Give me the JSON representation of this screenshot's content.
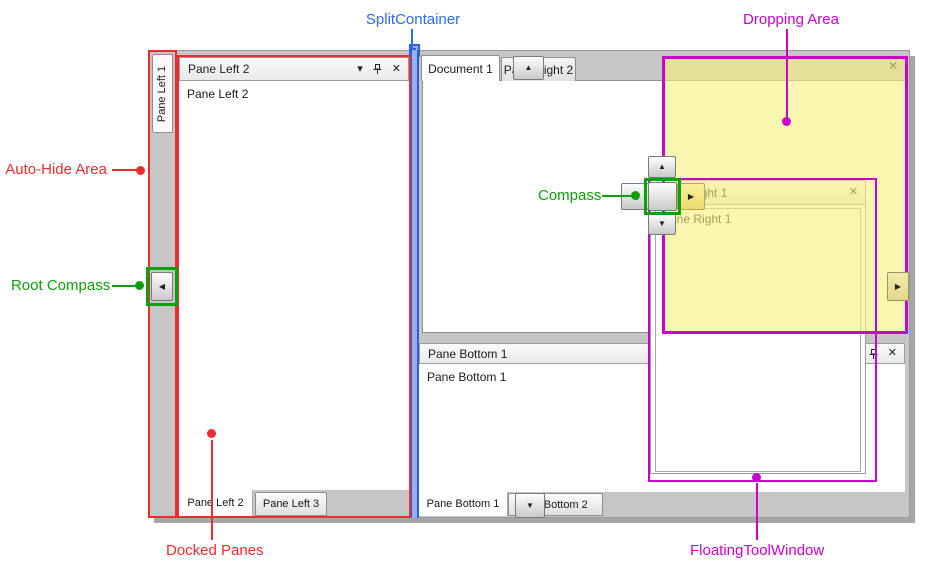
{
  "annotations": {
    "split_container": "SplitContainer",
    "dropping_area": "Dropping Area",
    "auto_hide_area": "Auto-Hide Area",
    "root_compass": "Root Compass",
    "compass": "Compass",
    "docked_panes": "Docked Panes",
    "floating_tool_window": "FloatingToolWindow"
  },
  "colors": {
    "annotation_red": "#ED2C2F",
    "annotation_green": "#0DA00D",
    "annotation_blue": "#2E6BE6",
    "annotation_magenta": "#CC00CC",
    "dropping_area_fill": "#F6F07F",
    "chrome_gray": "#C6C6C6",
    "splitter_blue": "#2E5FD6"
  },
  "autohide_strip": {
    "tab": "Pane Left 1"
  },
  "left_pane": {
    "title": "Pane Left 2",
    "content": "Pane Left 2",
    "tabs": [
      {
        "label": "Pane Left 2"
      },
      {
        "label": "Pane Left 3"
      }
    ]
  },
  "document_area": {
    "tabs": [
      {
        "label": "Document 1"
      },
      {
        "label": "Pane Right 2"
      }
    ]
  },
  "bottom_pane": {
    "title": "Pane Bottom 1",
    "content": "Pane Bottom 1",
    "tabs": [
      {
        "label": "Pane Bottom 1"
      },
      {
        "label": "Pane Bottom 2"
      }
    ]
  },
  "floating_window": {
    "title": "Pane Right 1",
    "content": "Pane Right 1"
  },
  "icons": {
    "close": "✕",
    "dropdown": "▾",
    "arrow_up": "▲",
    "arrow_down": "▼",
    "arrow_left": "◀",
    "arrow_right": "▶"
  }
}
